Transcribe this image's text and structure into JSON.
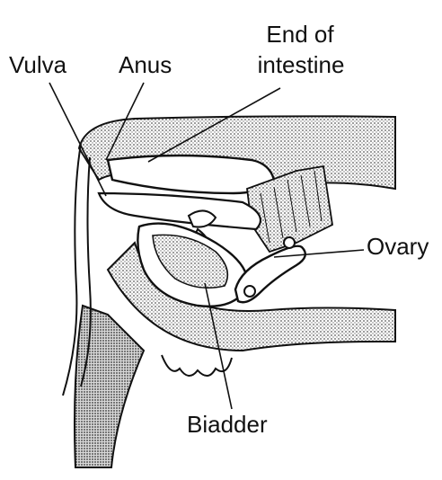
{
  "labels": {
    "vulva": "Vulva",
    "anus": "Anus",
    "end_of": "End of",
    "intestine": "intestine",
    "ovary": "Ovary",
    "bladder": "Biadder"
  },
  "colors": {
    "ink": "#111111",
    "stipple": "#9a9a9a",
    "background": "#ffffff"
  }
}
